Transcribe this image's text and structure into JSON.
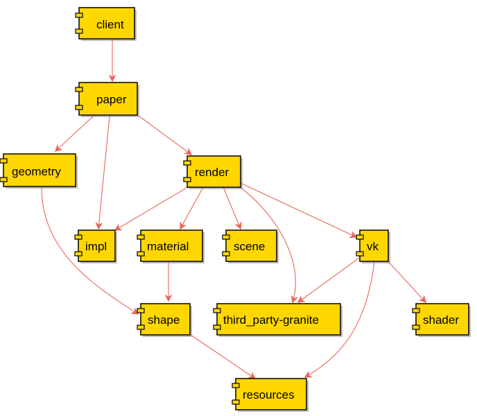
{
  "diagram": {
    "components": {
      "client": "client",
      "paper": "paper",
      "geometry": "geometry",
      "render": "render",
      "impl": "impl",
      "material": "material",
      "scene": "scene",
      "vk": "vk",
      "shape": "shape",
      "third_party_granite": "third_party-granite",
      "shader": "shader",
      "resources": "resources"
    },
    "dependencies": [
      {
        "from": "client",
        "to": "paper"
      },
      {
        "from": "paper",
        "to": "geometry"
      },
      {
        "from": "paper",
        "to": "impl"
      },
      {
        "from": "paper",
        "to": "render"
      },
      {
        "from": "geometry",
        "to": "shape"
      },
      {
        "from": "render",
        "to": "impl"
      },
      {
        "from": "render",
        "to": "material"
      },
      {
        "from": "render",
        "to": "scene"
      },
      {
        "from": "render",
        "to": "third_party-granite"
      },
      {
        "from": "render",
        "to": "vk"
      },
      {
        "from": "material",
        "to": "shape"
      },
      {
        "from": "vk",
        "to": "third_party-granite"
      },
      {
        "from": "vk",
        "to": "shader"
      },
      {
        "from": "vk",
        "to": "resources"
      },
      {
        "from": "shape",
        "to": "resources"
      }
    ],
    "colors": {
      "component_fill": "#FFD700",
      "component_border": "#000000",
      "arrow": "#E8665C"
    }
  }
}
